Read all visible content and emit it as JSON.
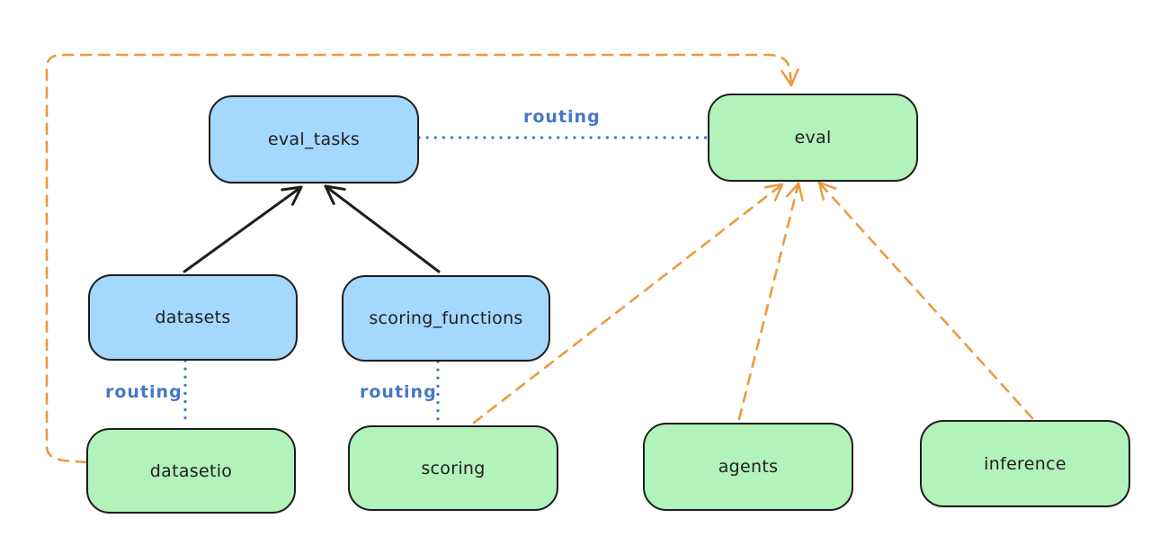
{
  "diagram": {
    "colors": {
      "background": "#ffffff",
      "registry_fill": "#a5d8ff",
      "api_fill": "#b2f2bb",
      "stroke": "#1e1e1e",
      "routing_blue": "#4577c8",
      "provider_orange": "#ec9a3d"
    },
    "nodes": [
      {
        "id": "eval_tasks",
        "label": "eval_tasks",
        "kind": "registry",
        "fill": "#a5d8ff"
      },
      {
        "id": "eval",
        "label": "eval",
        "kind": "api",
        "fill": "#b2f2bb"
      },
      {
        "id": "datasets",
        "label": "datasets",
        "kind": "registry",
        "fill": "#a5d8ff"
      },
      {
        "id": "scoring_functions",
        "label": "scoring_functions",
        "kind": "registry",
        "fill": "#a5d8ff"
      },
      {
        "id": "datasetio",
        "label": "datasetio",
        "kind": "api",
        "fill": "#b2f2bb"
      },
      {
        "id": "scoring",
        "label": "scoring",
        "kind": "api",
        "fill": "#b2f2bb"
      },
      {
        "id": "agents",
        "label": "agents",
        "kind": "api",
        "fill": "#b2f2bb"
      },
      {
        "id": "inference",
        "label": "inference",
        "kind": "api",
        "fill": "#b2f2bb"
      }
    ],
    "edge_labels": [
      {
        "id": "routing-top",
        "text": "routing"
      },
      {
        "id": "routing-datasets",
        "text": "routing"
      },
      {
        "id": "routing-scoring",
        "text": "routing"
      }
    ],
    "edges": [
      {
        "from": "datasets",
        "to": "eval_tasks",
        "style": "solid-arrow",
        "color": "#1e1e1e"
      },
      {
        "from": "scoring_functions",
        "to": "eval_tasks",
        "style": "solid-arrow",
        "color": "#1e1e1e"
      },
      {
        "from": "eval_tasks",
        "to": "eval",
        "style": "dotted",
        "label": "routing",
        "color": "#4577c8"
      },
      {
        "from": "datasets",
        "to": "datasetio",
        "style": "dotted",
        "label": "routing",
        "color": "#4577c8"
      },
      {
        "from": "scoring_functions",
        "to": "scoring",
        "style": "dotted",
        "label": "routing",
        "color": "#4577c8"
      },
      {
        "from": "datasetio",
        "to": "eval",
        "style": "dashed-arrow",
        "color": "#ec9a3d"
      },
      {
        "from": "scoring",
        "to": "eval",
        "style": "dashed-arrow",
        "color": "#ec9a3d"
      },
      {
        "from": "agents",
        "to": "eval",
        "style": "dashed-arrow",
        "color": "#ec9a3d"
      },
      {
        "from": "inference",
        "to": "eval",
        "style": "dashed-arrow",
        "color": "#ec9a3d"
      }
    ]
  }
}
